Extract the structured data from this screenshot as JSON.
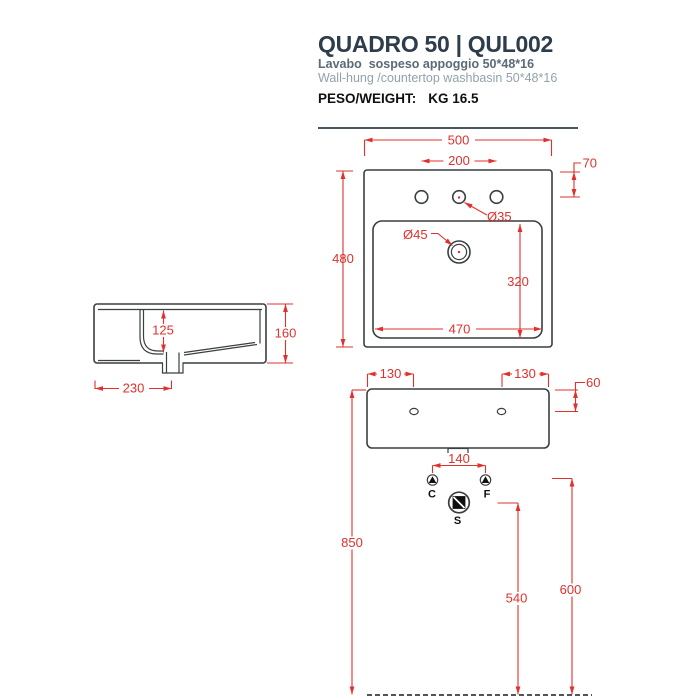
{
  "header": {
    "title": "QUADRO 50 | QUL002",
    "subtitle_it": "Lavabo  sospeso appoggio 50*48*16",
    "subtitle_en": "Wall-hung /countertop washbasin 50*48*16",
    "weight_label": "PESO/WEIGHT:",
    "weight_value": "KG 16.5"
  },
  "dims": {
    "plan": {
      "width": "500",
      "tap_spacing": "200",
      "tap_offset": "70",
      "depth": "480",
      "bowl_depth": "320",
      "bowl_width": "470",
      "drain_diameter": "Ø45",
      "tap_hole_diameter": "Ø35"
    },
    "side": {
      "inner_depth": "125",
      "height": "160",
      "drain_from_front": "230"
    },
    "front": {
      "hole_inset_left": "130",
      "hole_inset_right": "130",
      "hole_from_top": "60",
      "supply_spacing": "140",
      "rim_from_floor": "850",
      "drain_from_floor": "540",
      "supply_from_floor": "600"
    }
  },
  "symbols": {
    "hot": "C",
    "cold": "F",
    "drain": "S"
  },
  "colors": {
    "accent_red": "#e0312e",
    "line_dark": "#3a3f42"
  }
}
